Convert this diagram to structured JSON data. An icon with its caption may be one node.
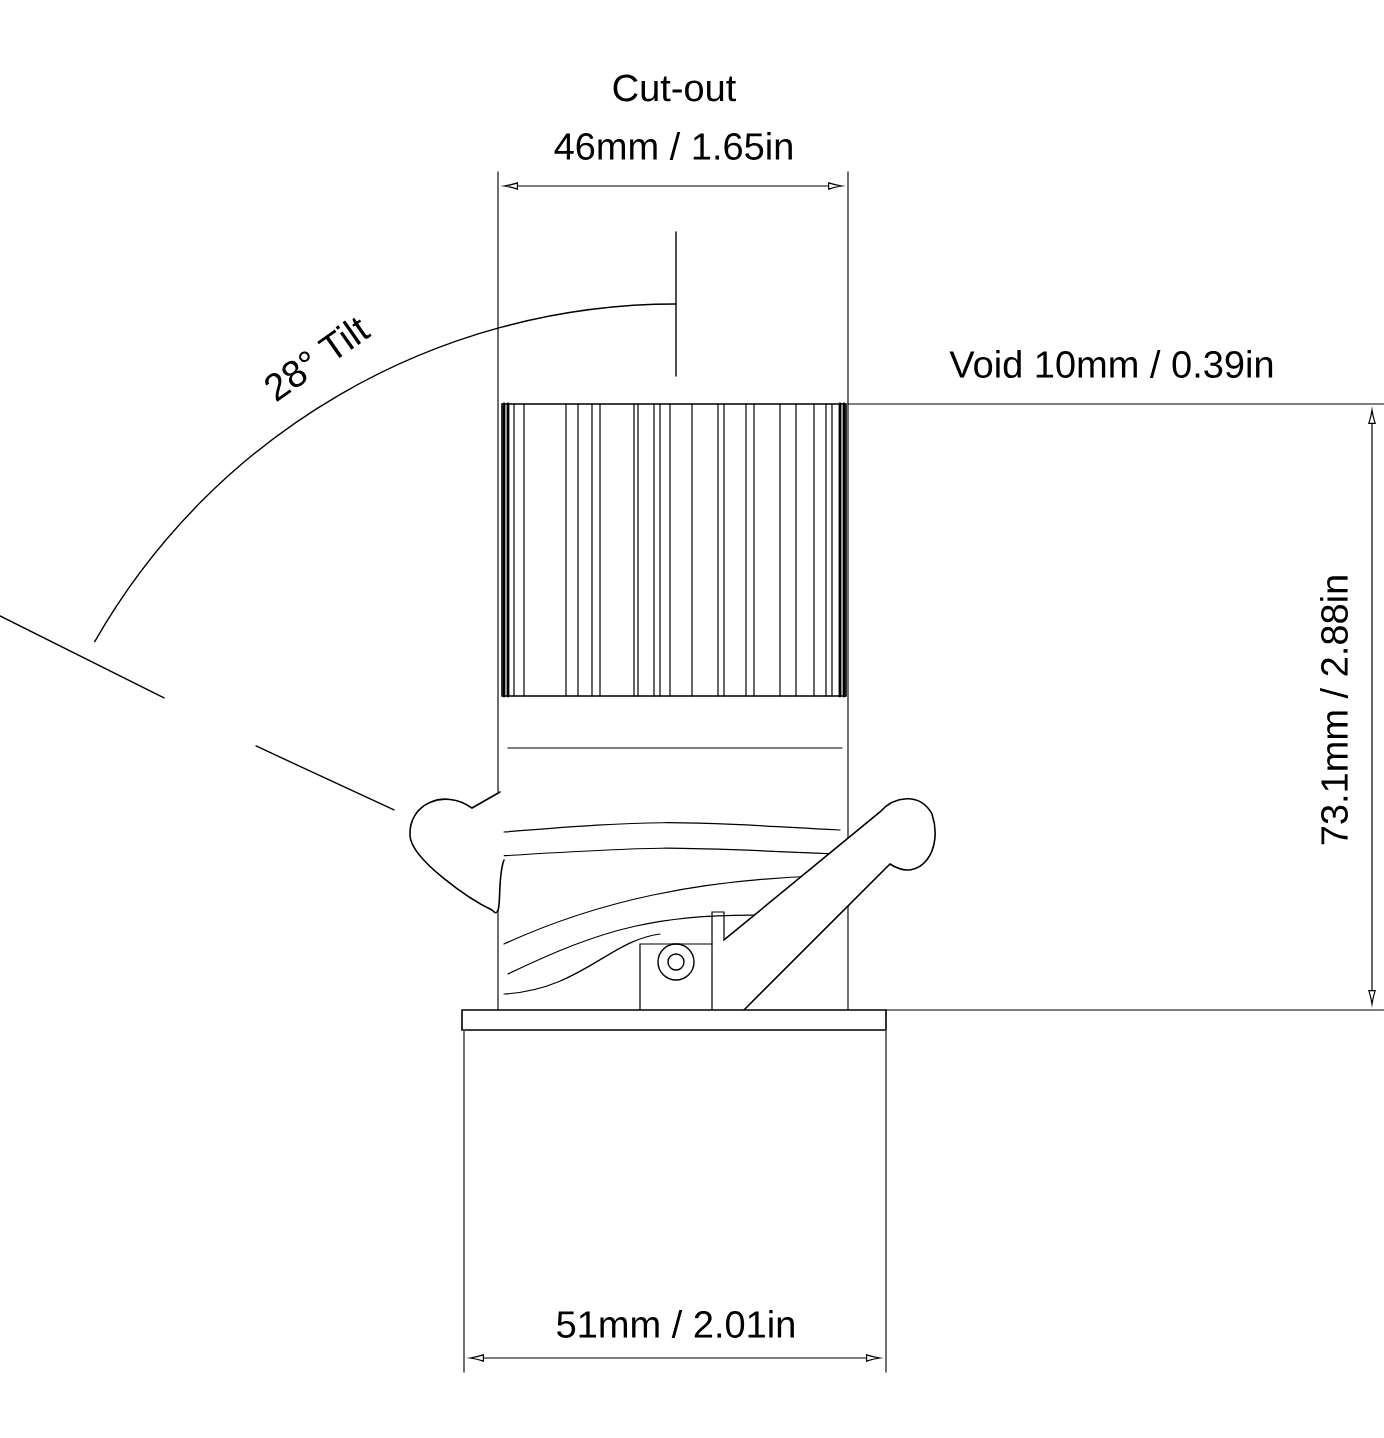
{
  "diagram": {
    "labels": [
      "Cut-out",
      "46mm / 1.65in",
      "28° Tilt",
      "Void 10mm / 0.39in",
      "73.1mm / 2.88in",
      "51mm / 2.01in"
    ]
  }
}
